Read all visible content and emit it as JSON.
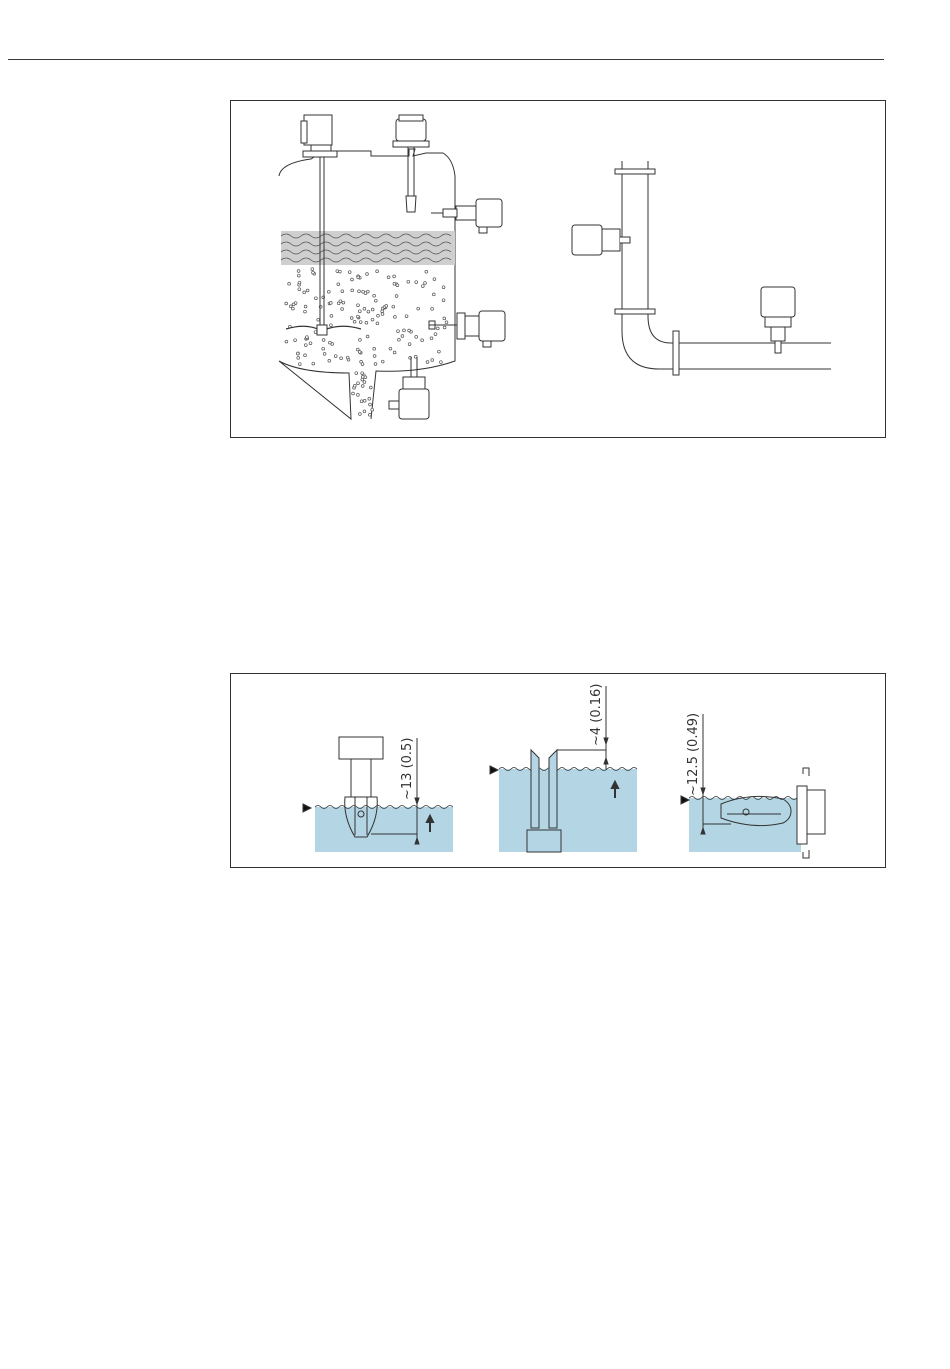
{
  "figure2": {
    "dim_left": "~13 (0.5)",
    "dim_middle": "~4 (0.16)",
    "dim_right": "~12.5 (0.49)"
  },
  "colors": {
    "liquid": "#b4d5e4",
    "line": "#333333"
  },
  "icons": [
    "tank-with-agitator",
    "vibronic-level-switch",
    "pipe-installation",
    "switch-point-marker",
    "switching-direction-arrow"
  ]
}
